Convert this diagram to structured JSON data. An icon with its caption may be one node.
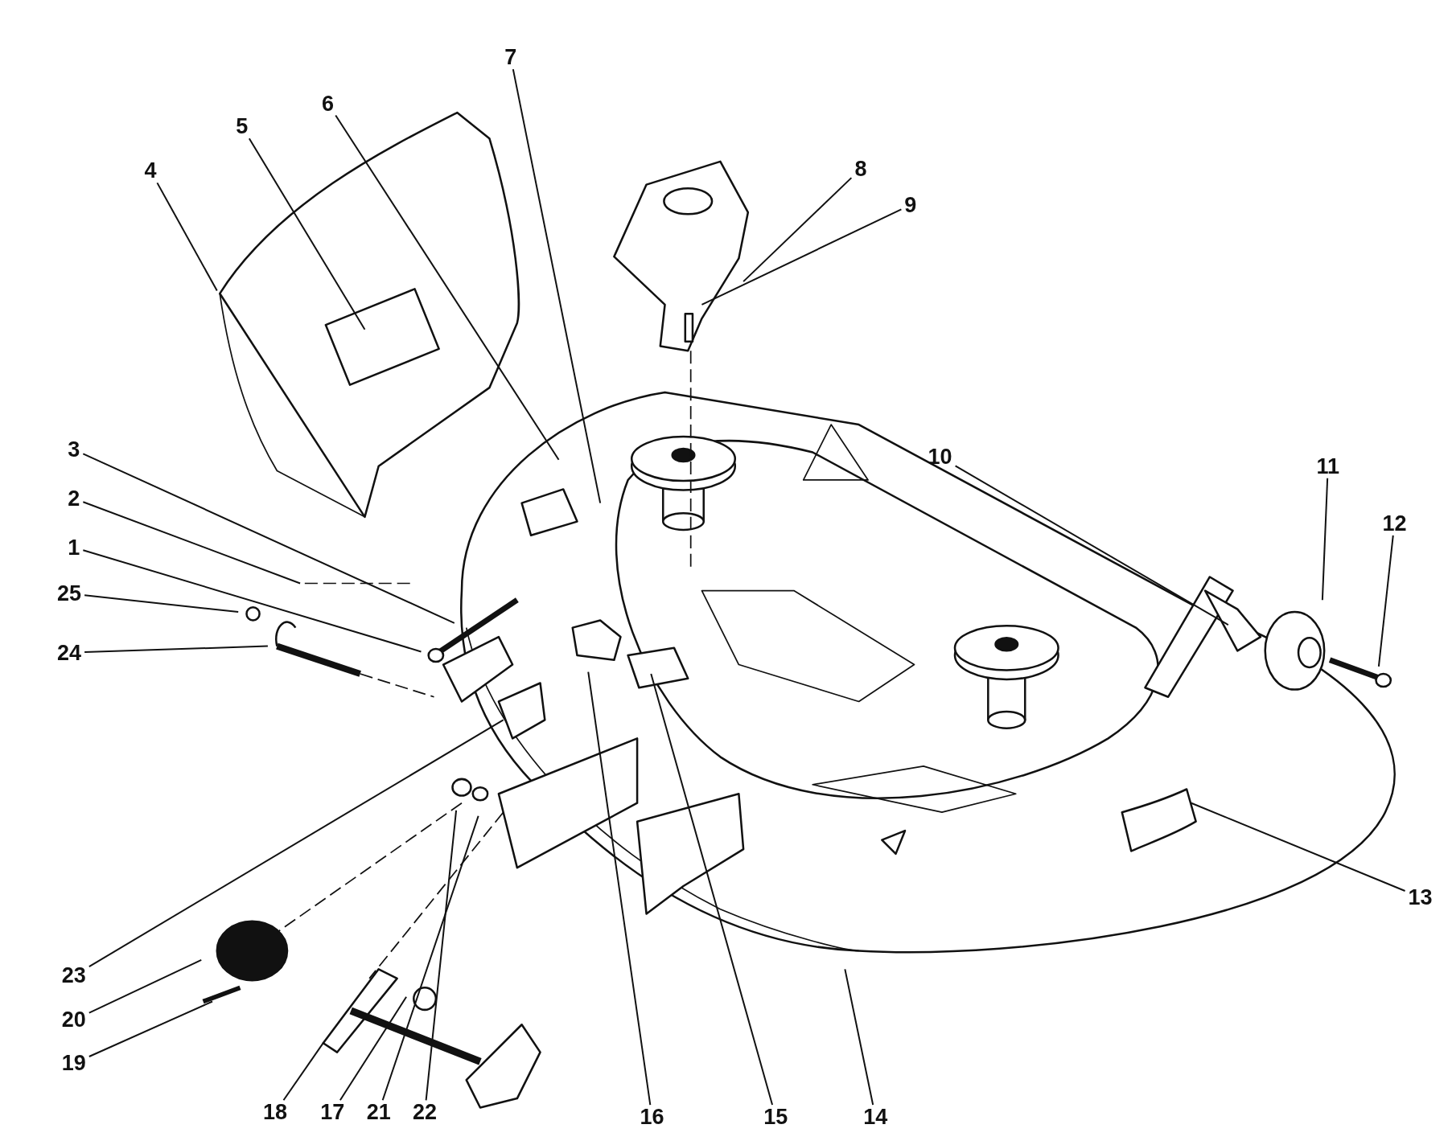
{
  "diagram": {
    "nodes": [
      {
        "text": [
          "1"
        ]
      },
      {
        "text": [
          "2"
        ]
      },
      {
        "text": [
          "3"
        ]
      },
      {
        "text": [
          "4"
        ]
      },
      {
        "text": [
          "5"
        ]
      },
      {
        "text": [
          "6"
        ]
      },
      {
        "text": [
          "7"
        ]
      },
      {
        "text": [
          "8"
        ]
      },
      {
        "text": [
          "9"
        ]
      },
      {
        "text": [
          "10"
        ]
      },
      {
        "text": [
          "11"
        ]
      },
      {
        "text": [
          "12"
        ]
      },
      {
        "text": [
          "13"
        ]
      },
      {
        "text": [
          "14"
        ]
      },
      {
        "text": [
          "15"
        ]
      },
      {
        "text": [
          "16"
        ]
      },
      {
        "text": [
          "17"
        ]
      },
      {
        "text": [
          "18"
        ]
      },
      {
        "text": [
          "19"
        ]
      },
      {
        "text": [
          "20"
        ]
      },
      {
        "text": [
          "21"
        ]
      },
      {
        "text": [
          "22"
        ]
      },
      {
        "text": [
          "23"
        ]
      },
      {
        "text": [
          "24"
        ]
      },
      {
        "text": [
          "25"
        ]
      }
    ],
    "edges": [
      {
        "from": 0,
        "to": null,
        "arrow": "none"
      },
      {
        "from": 1,
        "to": null,
        "arrow": "none"
      },
      {
        "from": 2,
        "to": null,
        "arrow": "none"
      },
      {
        "from": 3,
        "to": null,
        "arrow": "none"
      },
      {
        "from": 4,
        "to": null,
        "arrow": "none"
      },
      {
        "from": 5,
        "to": null,
        "arrow": "none"
      },
      {
        "from": 6,
        "to": null,
        "arrow": "none"
      },
      {
        "from": 7,
        "to": null,
        "arrow": "none"
      },
      {
        "from": 8,
        "to": null,
        "arrow": "none"
      },
      {
        "from": 9,
        "to": null,
        "arrow": "none"
      },
      {
        "from": 10,
        "to": null,
        "arrow": "none"
      },
      {
        "from": 11,
        "to": null,
        "arrow": "none"
      },
      {
        "from": 12,
        "to": null,
        "arrow": "none"
      },
      {
        "from": 13,
        "to": null,
        "arrow": "none"
      },
      {
        "from": 14,
        "to": null,
        "arrow": "none"
      },
      {
        "from": 15,
        "to": null,
        "arrow": "none"
      },
      {
        "from": 16,
        "to": null,
        "arrow": "none"
      },
      {
        "from": 17,
        "to": null,
        "arrow": "none"
      },
      {
        "from": 18,
        "to": null,
        "arrow": "none"
      },
      {
        "from": 19,
        "to": null,
        "arrow": "none"
      },
      {
        "from": 20,
        "to": null,
        "arrow": "none"
      },
      {
        "from": 21,
        "to": null,
        "arrow": "none"
      },
      {
        "from": 22,
        "to": null,
        "arrow": "none"
      },
      {
        "from": 23,
        "to": null,
        "arrow": "none"
      },
      {
        "from": 24,
        "to": null,
        "arrow": "none"
      }
    ]
  }
}
